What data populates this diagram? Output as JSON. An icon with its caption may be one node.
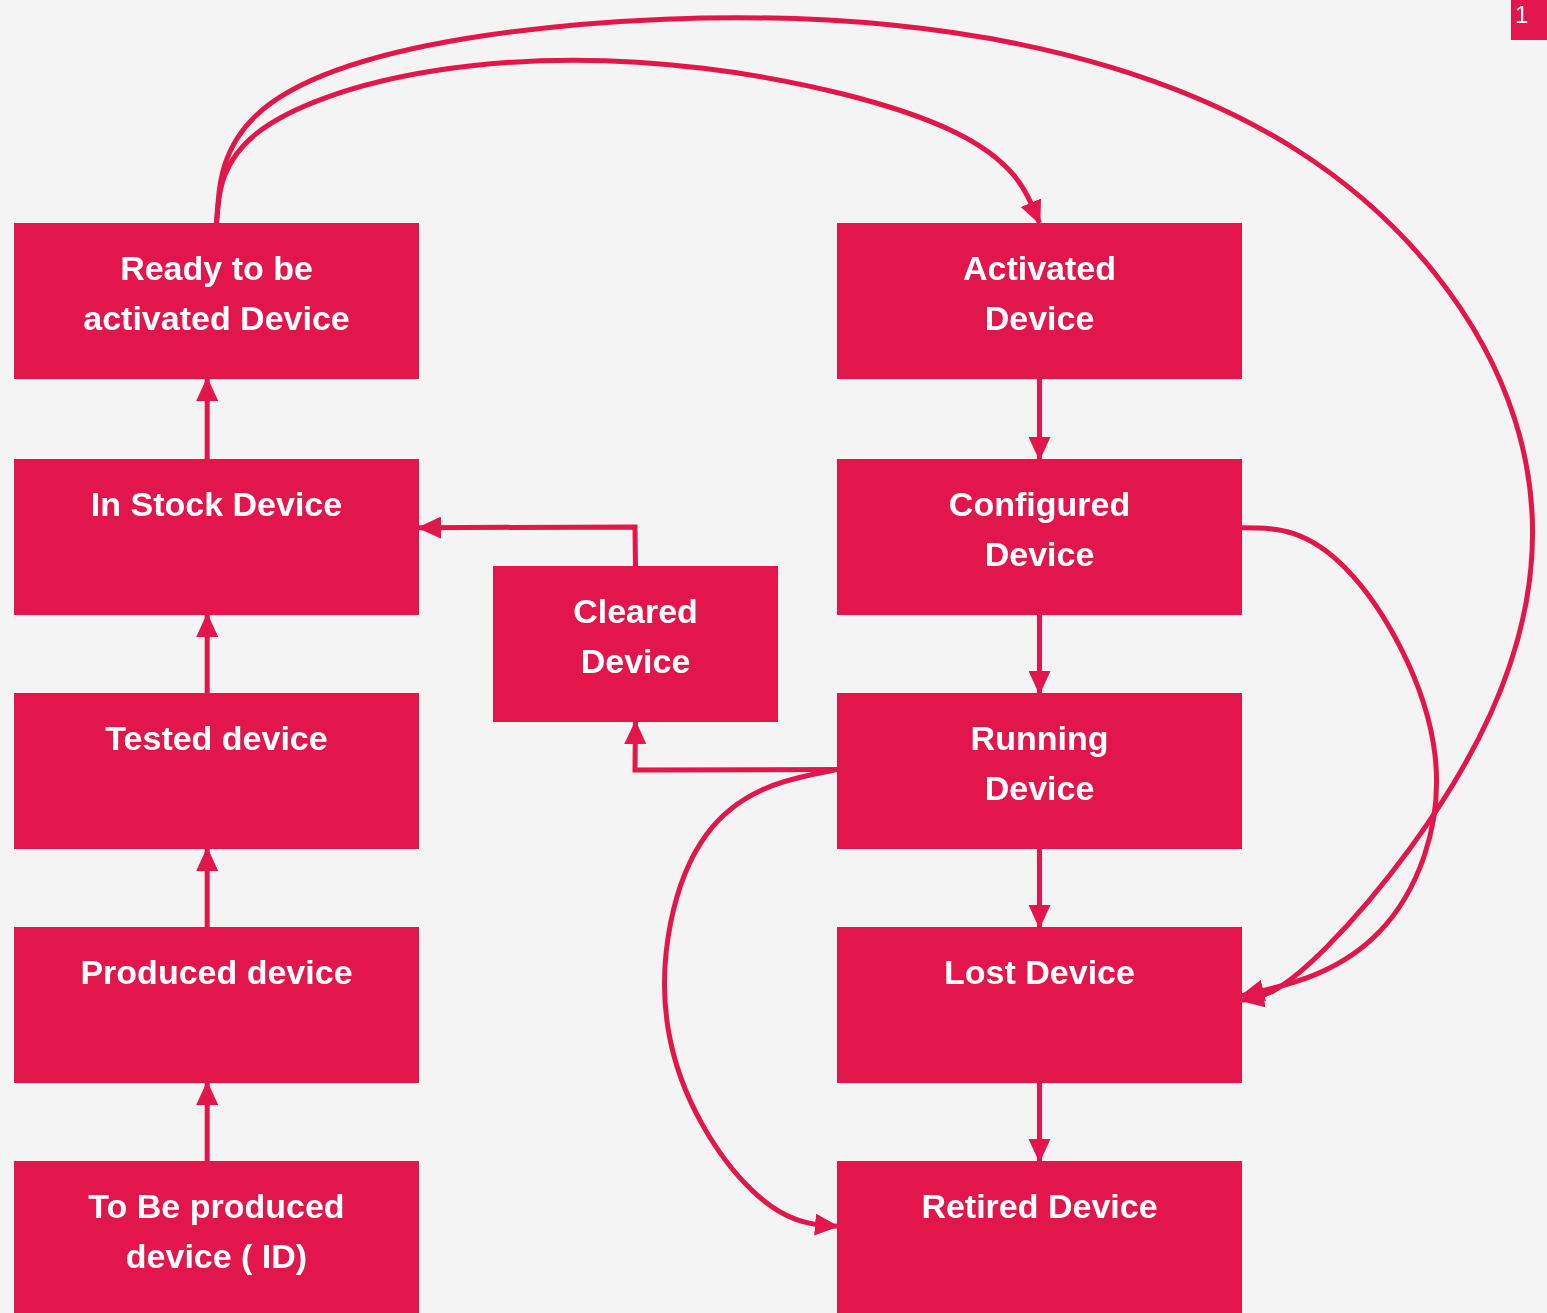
{
  "diagram": {
    "nodes": [
      {
        "text": [
          "Ready to be activated Device"
        ]
      },
      {
        "text": [
          "Activated Device"
        ]
      },
      {
        "text": [
          "In Stock Device"
        ]
      },
      {
        "text": [
          "Configured Device"
        ]
      },
      {
        "text": [
          "Cleared Device"
        ]
      },
      {
        "text": [
          "Tested device"
        ]
      },
      {
        "text": [
          "Running Device"
        ]
      },
      {
        "text": [
          "Produced device"
        ]
      },
      {
        "text": [
          "Lost Device"
        ]
      },
      {
        "text": [
          "To Be produced device ( ID)"
        ]
      },
      {
        "text": [
          "Retired Device"
        ]
      }
    ],
    "edges": [
      {
        "from": 9,
        "to": 7,
        "arrow": "to"
      },
      {
        "from": 7,
        "to": 5,
        "arrow": "to"
      },
      {
        "from": 5,
        "to": 2,
        "arrow": "to"
      },
      {
        "from": 2,
        "to": 0,
        "arrow": "to"
      },
      {
        "from": 0,
        "to": 1,
        "arrow": "to"
      },
      {
        "from": 0,
        "to": 8,
        "arrow": "to"
      },
      {
        "from": 1,
        "to": 3,
        "arrow": "to"
      },
      {
        "from": 3,
        "to": 6,
        "arrow": "to"
      },
      {
        "from": 6,
        "to": 8,
        "arrow": "to"
      },
      {
        "from": 8,
        "to": 10,
        "arrow": "to"
      },
      {
        "from": 3,
        "to": 8,
        "arrow": "to"
      },
      {
        "from": 6,
        "to": 10,
        "arrow": "to"
      },
      {
        "from": 6,
        "to": 4,
        "arrow": "to"
      },
      {
        "from": 4,
        "to": 2,
        "arrow": "to"
      }
    ],
    "labels": [
      "1"
    ]
  }
}
